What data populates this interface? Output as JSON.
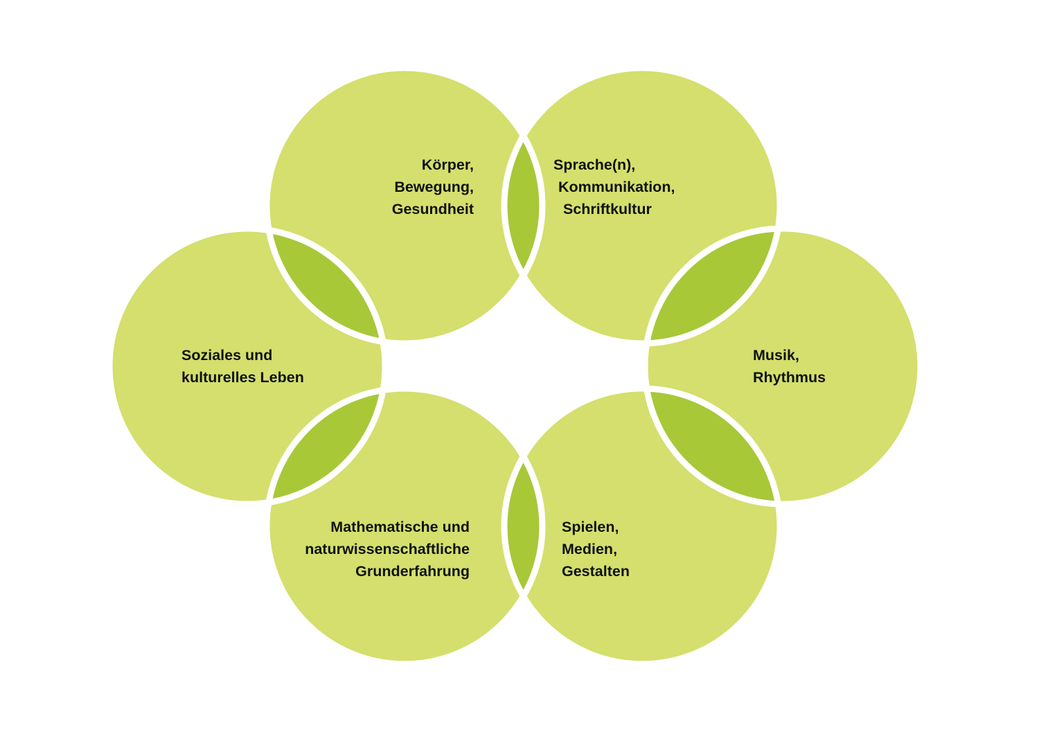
{
  "colors": {
    "circle": "#d4df6d",
    "lens": "#a8c838",
    "gap": "#ffffff",
    "text": "#111111"
  },
  "circles": [
    {
      "id": "koerper",
      "lines": [
        "Körper,",
        "Bewegung,",
        "Gesundheit"
      ]
    },
    {
      "id": "sprache",
      "lines": [
        "Sprache(n),",
        "Kommunikation,",
        "Schriftkultur"
      ]
    },
    {
      "id": "soziales",
      "lines": [
        "Soziales und",
        "kulturelles Leben"
      ]
    },
    {
      "id": "musik",
      "lines": [
        "Musik,",
        "Rhythmus"
      ]
    },
    {
      "id": "mathematik",
      "lines": [
        "Mathematische und",
        "naturwissenschaftliche",
        "Grunderfahrung"
      ]
    },
    {
      "id": "spielen",
      "lines": [
        "Spielen,",
        "Medien,",
        "Gestalten"
      ]
    }
  ]
}
